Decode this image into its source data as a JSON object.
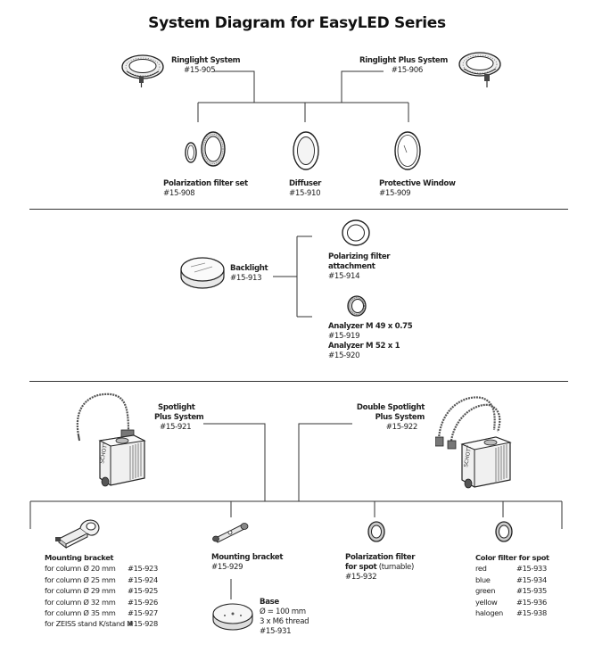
{
  "title": "System Diagram for EasyLED Series",
  "ringlight": {
    "name": "Ringlight System",
    "code": "#15-905"
  },
  "ringlight_plus": {
    "name": "Ringlight Plus System",
    "code": "#15-906"
  },
  "polarization_set": {
    "name": "Polarization filter set",
    "code": "#15-908"
  },
  "diffuser": {
    "name": "Diffuser",
    "code": "#15-910"
  },
  "protective_window": {
    "name": "Protective Window",
    "code": "#15-909"
  },
  "backlight": {
    "name": "Backlight",
    "code": "#15-913"
  },
  "polarizing_attachment": {
    "name1": "Polarizing filter",
    "name2": "attachment",
    "code": "#15-914"
  },
  "analyzer": {
    "name1": "Analyzer M 49 x 0.75",
    "code1": "#15-919",
    "name2": "Analyzer M 52 x 1",
    "code2": "#15-920"
  },
  "spotlight": {
    "name1": "Spotlight",
    "name2": "Plus System",
    "code": "#15-921"
  },
  "double_spotlight": {
    "name1": "Double Spotlight",
    "name2": "Plus System",
    "code": "#15-922"
  },
  "mounting_bracket_1": {
    "name": "Mounting bracket",
    "rows": [
      {
        "label": "for column Ø 20 mm",
        "code": "#15-923"
      },
      {
        "label": "for column Ø 25 mm",
        "code": "#15-924"
      },
      {
        "label": "for column Ø 29 mm",
        "code": "#15-925"
      },
      {
        "label": "for column Ø 32 mm",
        "code": "#15-926"
      },
      {
        "label": "for column Ø 35 mm",
        "code": "#15-927"
      },
      {
        "label": "for ZEISS stand K/stand M",
        "code": "#15-928"
      }
    ]
  },
  "mounting_bracket_2": {
    "name": "Mounting bracket",
    "code": "#15-929"
  },
  "base": {
    "name": "Base",
    "line1": "Ø = 100 mm",
    "line2": "3 x M6 thread",
    "code": "#15-931"
  },
  "polarization_spot": {
    "name1": "Polarization filter",
    "name2": "for spot",
    "note": "(turnable)",
    "code": "#15-932"
  },
  "color_filter": {
    "name": "Color filter for spot",
    "rows": [
      {
        "label": "red",
        "code": "#15-933"
      },
      {
        "label": "blue",
        "code": "#15-934"
      },
      {
        "label": "green",
        "code": "#15-935"
      },
      {
        "label": "yellow",
        "code": "#15-936"
      },
      {
        "label": "halogen",
        "code": "#15-938"
      }
    ]
  }
}
